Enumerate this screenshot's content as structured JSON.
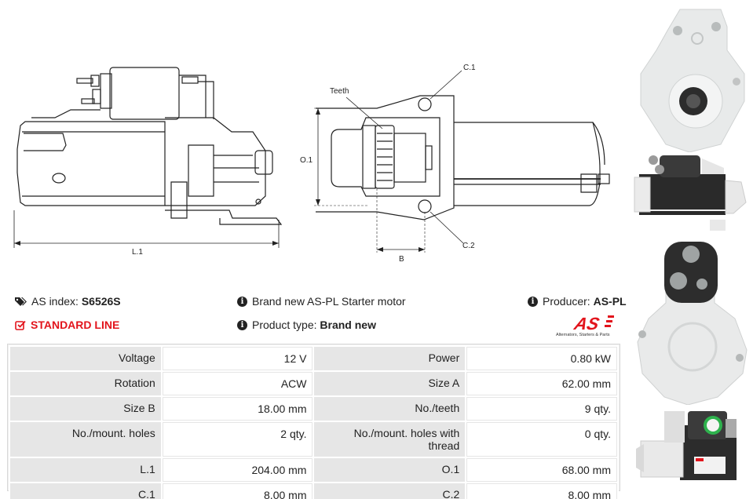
{
  "drawing": {
    "label_l1": "L.1",
    "label_o1": "O.1",
    "label_b": "B",
    "label_c1": "C.1",
    "label_c2": "C.2",
    "label_teeth": "Teeth"
  },
  "info": {
    "as_index_label": "AS index:",
    "as_index_value": "S6526S",
    "standard_line": "STANDARD LINE",
    "brand_text": "Brand new AS-PL Starter motor",
    "product_type_label": "Product type:",
    "product_type_value": "Brand new",
    "producer_label": "Producer:",
    "producer_value": "AS-PL"
  },
  "logo": {
    "text": "AS",
    "subtitle": "Alternators, Starters & Parts",
    "color": "#e2141c"
  },
  "specs": [
    {
      "l1": "Voltage",
      "v1": "12 V",
      "l2": "Power",
      "v2": "0.80 kW"
    },
    {
      "l1": "Rotation",
      "v1": "ACW",
      "l2": "Size A",
      "v2": "62.00 mm"
    },
    {
      "l1": "Size B",
      "v1": "18.00 mm",
      "l2": "No./teeth",
      "v2": "9 qty."
    },
    {
      "l1": "No./mount. holes",
      "v1": "2 qty.",
      "l2": "No./mount. holes with thread",
      "v2": "0 qty."
    },
    {
      "l1": "L.1",
      "v1": "204.00 mm",
      "l2": "O.1",
      "v2": "68.00 mm"
    },
    {
      "l1": "C.1",
      "v1": "8.00 mm",
      "l2": "C.2",
      "v2": "8.00 mm"
    }
  ],
  "icons": {
    "tag": "tag-icon",
    "check": "checkbox-icon",
    "info": "info-icon"
  }
}
